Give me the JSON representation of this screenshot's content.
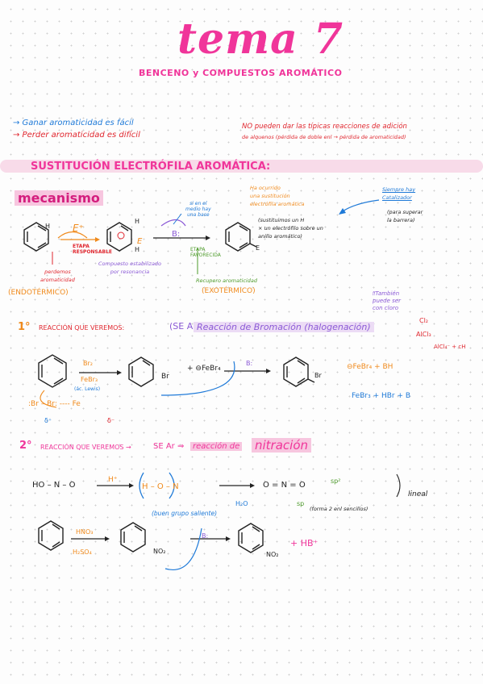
{
  "header": {
    "title": "tema 7",
    "subtitle": "BENCENO y COMPUESTOS AROMÁTICO"
  },
  "intro": {
    "line1": "→ Ganar aromaticidad es fácil",
    "line2": "→ Perder aromaticidad es difícil",
    "note1": "NO pueden dar las típicas reacciones de adición",
    "note2": "de alquenos (pérdida de doble enl → pérdida de aromaticidad)"
  },
  "section": {
    "heading": "SUSTITUCIÓN ELECTRÓFILA AROMÁTICA:"
  },
  "mechanism": {
    "label": "mecanismo",
    "blue_note": [
      "Ha ocurrido",
      "una sustitución",
      "electrófila aromática"
    ],
    "black_note": [
      "(sustituimos un H",
      "× un electrófilo sobre un",
      "anillo aromático)"
    ],
    "catalyst_note": [
      "Siempre hay",
      "Catalizador"
    ],
    "catalyst_sub": [
      "(para superar",
      "la barrera)"
    ],
    "e_plus": "E⁺",
    "etapa_lenta": [
      "ETAPA",
      "RESPONSABLE"
    ],
    "perdemos": [
      "perdemos",
      "aromaticidad"
    ],
    "endotermico": "(ENDOTÉRMICO)",
    "compuesto": [
      "Compuesto estabilizado",
      "por resonancia"
    ],
    "base_note": [
      "si en el",
      "medio hay",
      "una base"
    ],
    "base": "B:",
    "etapa_rapida": [
      "ETAPA",
      "FAVORECIDA"
    ],
    "recupero": "Recupero aromaticidad",
    "exotermico": "(EXOTÉRMICO)",
    "h": "H",
    "e": "E"
  },
  "reaction1": {
    "num": "1°",
    "label": "REACCIÓN QUE VEREMOS:",
    "type": "(SE Ar)",
    "name": "Reacción de Bromación (halogenación)",
    "tambien": [
      "‼También",
      "puede ser",
      "con cloro"
    ],
    "cl2": "Cl₂",
    "alcl3": "AlCl₃",
    "alcl4": "AlCl₄⁻ + cH",
    "reagent1": "Br₂",
    "reagent2": "FeBr₃",
    "lewis": "(ác. Lewis)",
    "plus_febr4": "+ ⊖FeBr₄",
    "b": "B:",
    "br": "Br",
    "products_top": "⊖FeBr₄  +  BH",
    "products_bottom": "FeBr₃  +  HBr  +  B",
    "lewis_struct": ":Br – Br: ---- Fe",
    "delta": "δ⁺",
    "delta_minus": "δ⁻"
  },
  "reaction2": {
    "num": "2°",
    "label": "REACCIÓN QUE VEREMOS →",
    "type": "SE Ar ⇒",
    "name_prefix": "reacción de",
    "name": "nitración",
    "ho": "HO – N – O",
    "hplus": "H⁺",
    "h2o": "H₂O",
    "buen_grupo": "(buen grupo saliente)",
    "nitronium": "O = N = O",
    "sp2": "sp²",
    "sp": "sp",
    "forma": "(forma 2 enl sencillos)",
    "lineal": "lineal",
    "hno3": "HNO₃",
    "h2so4": "H₂SO₄",
    "b": "B:",
    "no2": "NO₂",
    "hb": "+ HB⁺"
  }
}
